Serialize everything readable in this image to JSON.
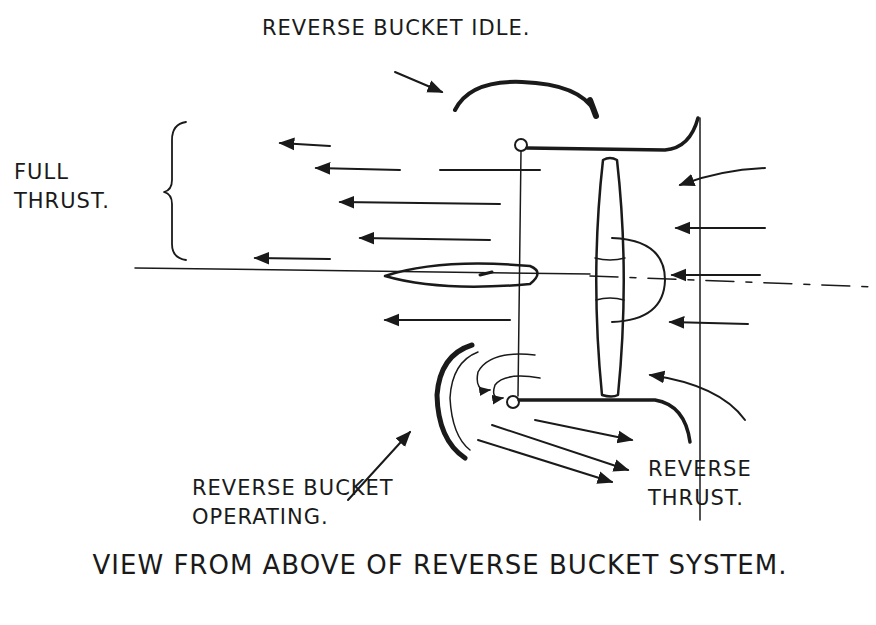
{
  "diagram": {
    "caption": "VIEW FROM ABOVE OF REVERSE BUCKET SYSTEM.",
    "labels": [
      "REVERSE BUCKET IDLE.",
      "FULL THRUST.",
      "REVERSE BUCKET OPERATING.",
      "REVERSE THRUST."
    ]
  }
}
